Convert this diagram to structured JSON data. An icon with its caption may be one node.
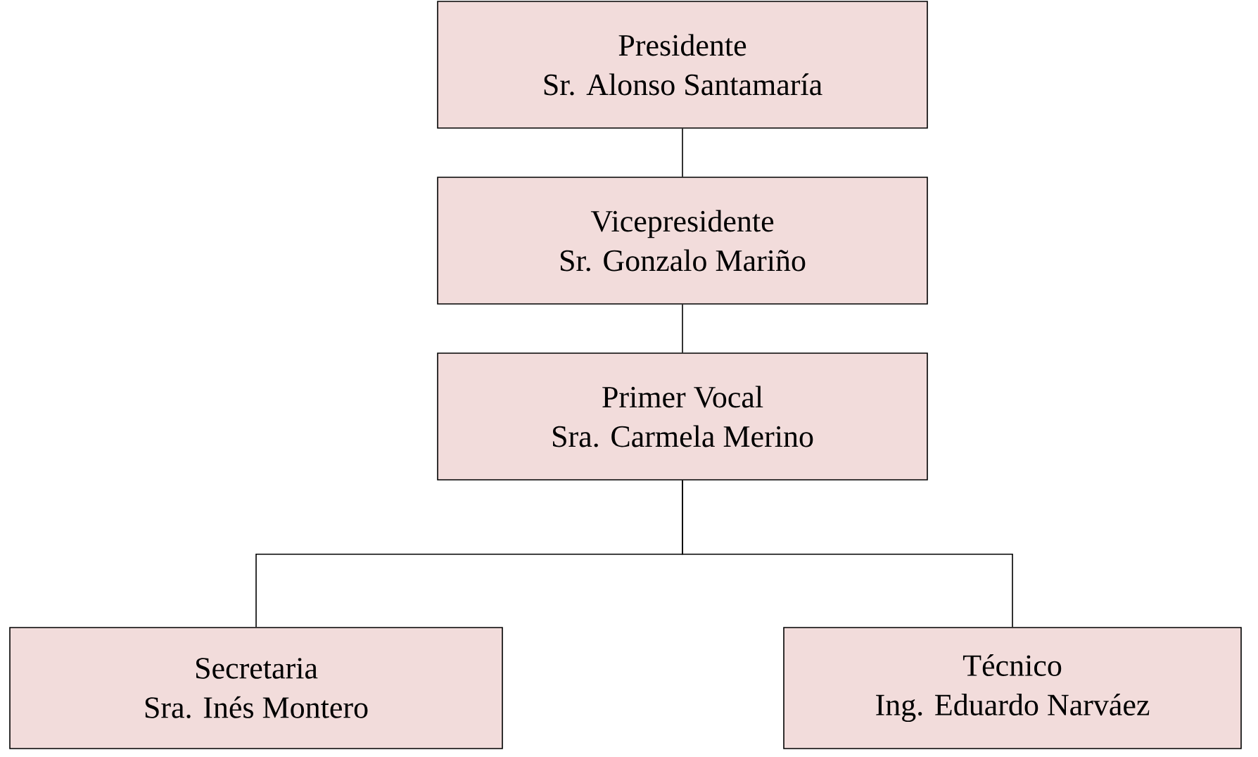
{
  "diagram": {
    "nodes": [
      {
        "text": [
          "Presidente",
          "Sr. Alonso Santamaría"
        ]
      },
      {
        "text": [
          "Vicepresidente",
          "Sr. Gonzalo Mariño"
        ]
      },
      {
        "text": [
          "Primer Vocal",
          "Sra. Carmela Merino"
        ]
      },
      {
        "text": [
          "Secretaria",
          "Sra. Inés Montero"
        ]
      },
      {
        "text": [
          "Técnico",
          "Ing. Eduardo Narváez"
        ]
      }
    ],
    "edges": [
      {
        "from": 0,
        "to": 1,
        "arrow": "none"
      },
      {
        "from": 1,
        "to": 2,
        "arrow": "none"
      },
      {
        "from": 2,
        "to": 3,
        "arrow": "none"
      },
      {
        "from": 2,
        "to": 4,
        "arrow": "none"
      }
    ]
  }
}
